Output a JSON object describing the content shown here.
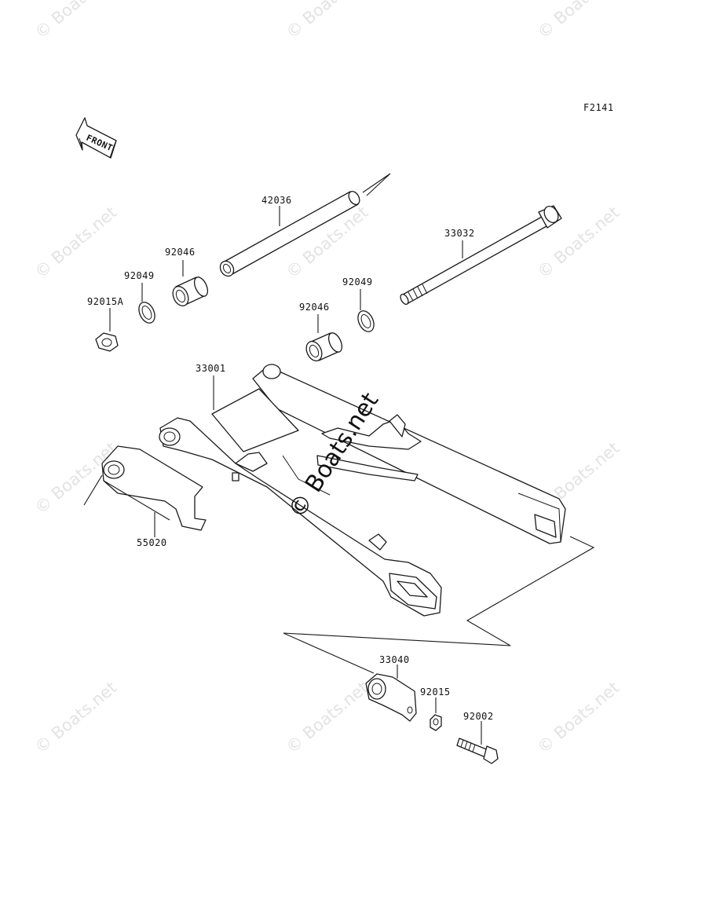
{
  "figure_code": "F2141",
  "front_arrow_label": "FRONT",
  "watermark": "© Boats.net",
  "parts": {
    "p42036": "42036",
    "p33032": "33032",
    "p92046_left": "92046",
    "p92049_left": "92049",
    "p92015A": "92015A",
    "p92049_right": "92049",
    "p92046_right": "92046",
    "p33001": "33001",
    "p55020": "55020",
    "p33040": "33040",
    "p92015": "92015",
    "p92002": "92002"
  }
}
